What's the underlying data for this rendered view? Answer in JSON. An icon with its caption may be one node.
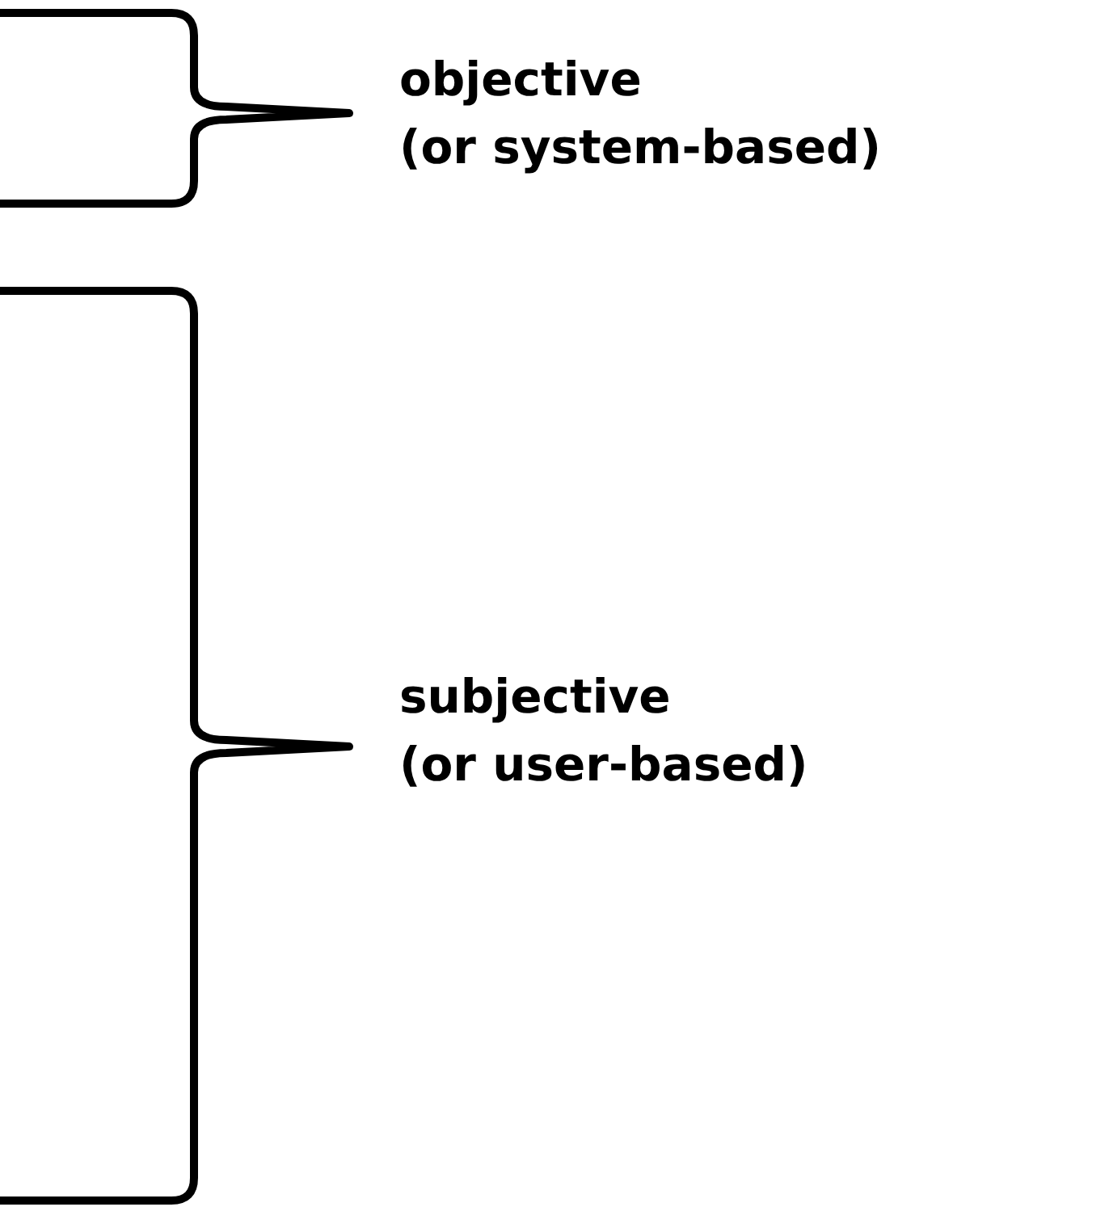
{
  "diagram": {
    "labels": [
      "objective",
      "(or system-based)",
      "subjective",
      "(or user-based)"
    ]
  }
}
